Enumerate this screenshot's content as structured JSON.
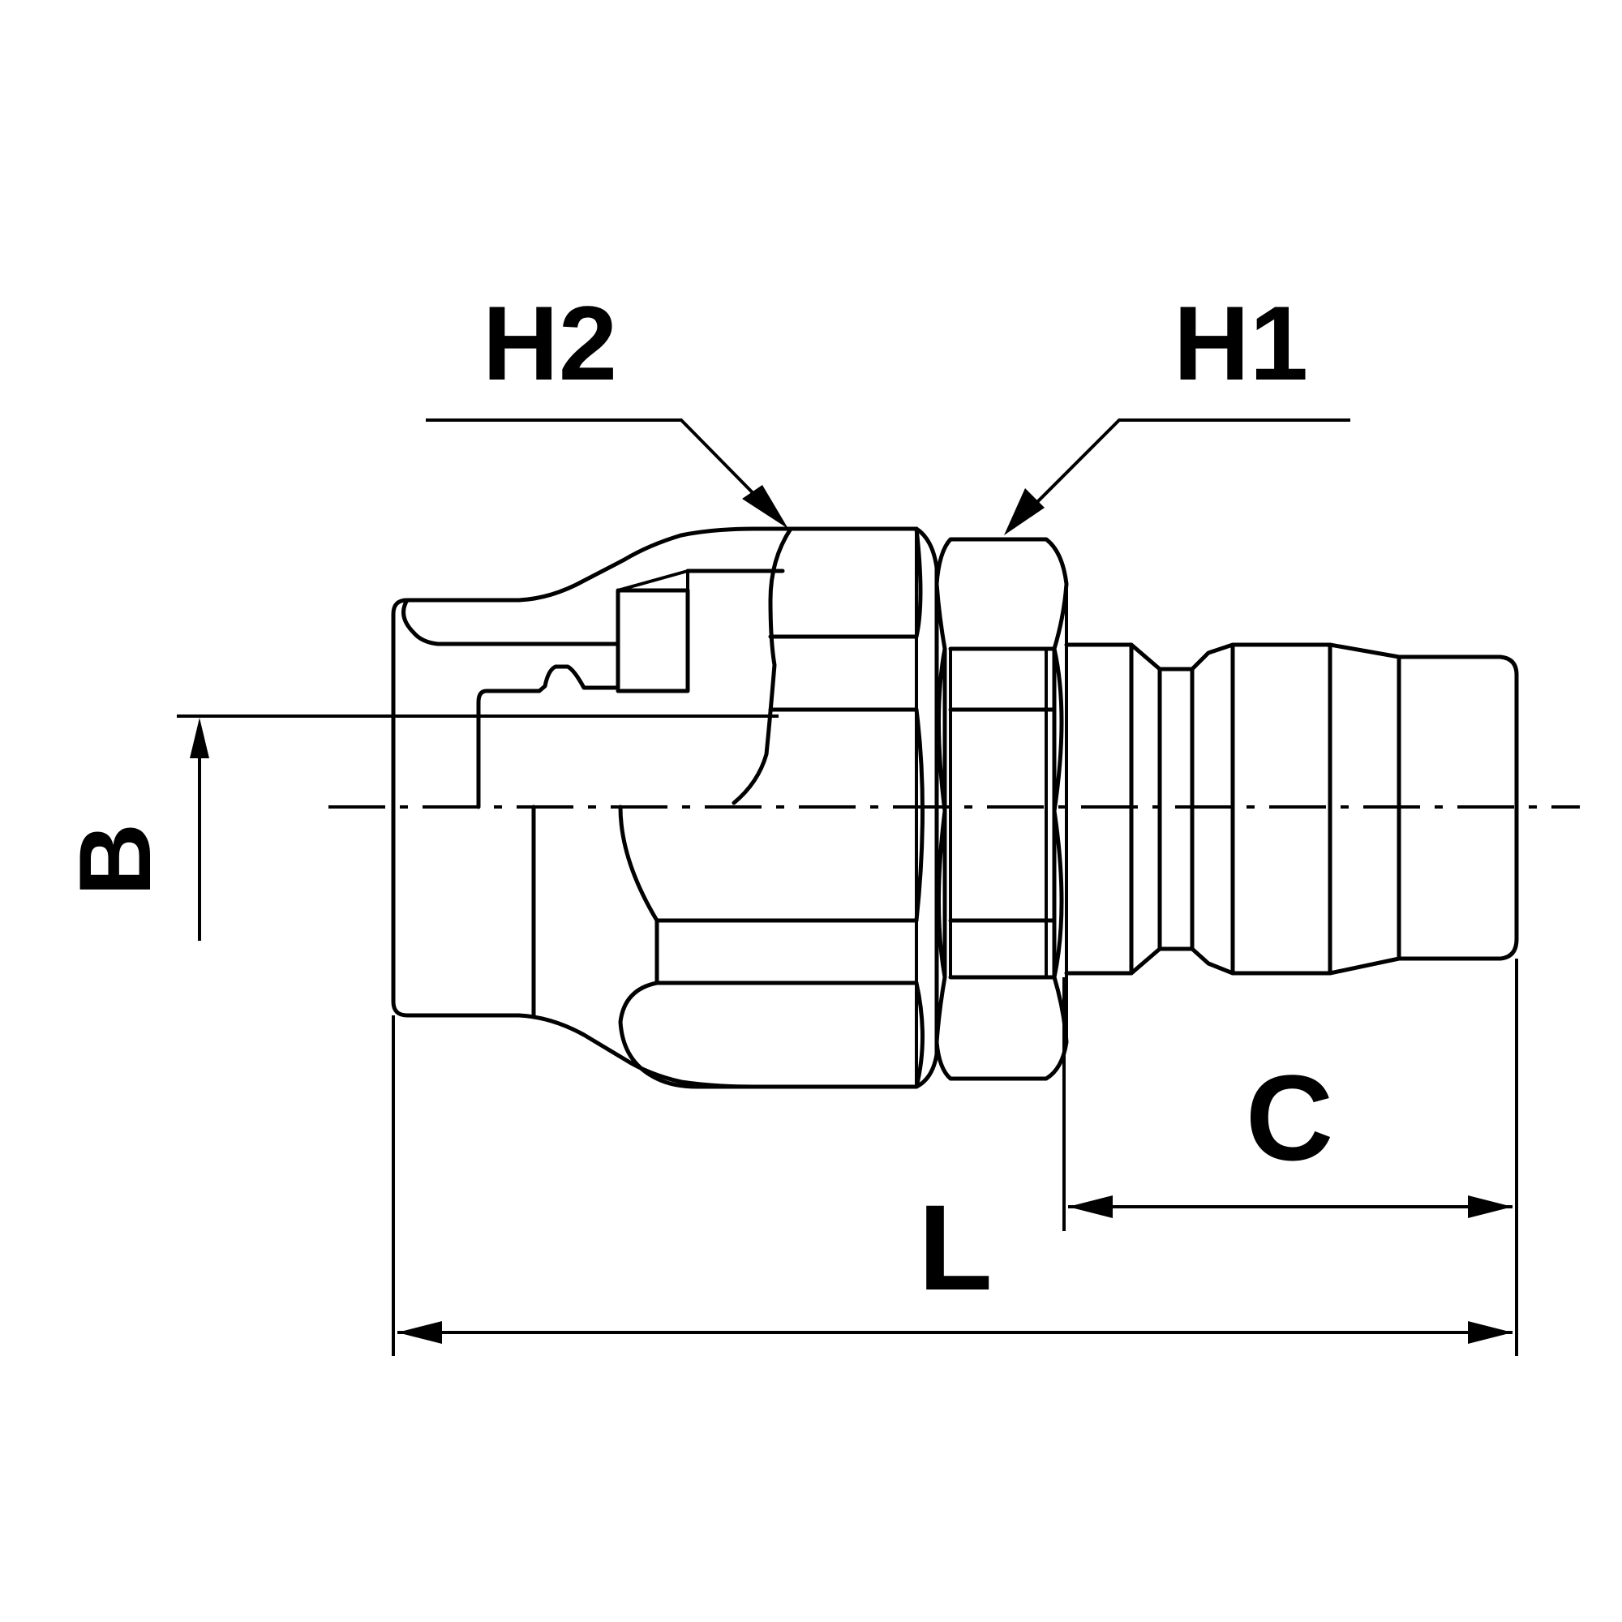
{
  "labels": {
    "h2": "H2",
    "h1": "H1",
    "b": "B",
    "c": "C",
    "l": "L"
  },
  "colors": {
    "line": "#000000",
    "background": "#ffffff"
  }
}
